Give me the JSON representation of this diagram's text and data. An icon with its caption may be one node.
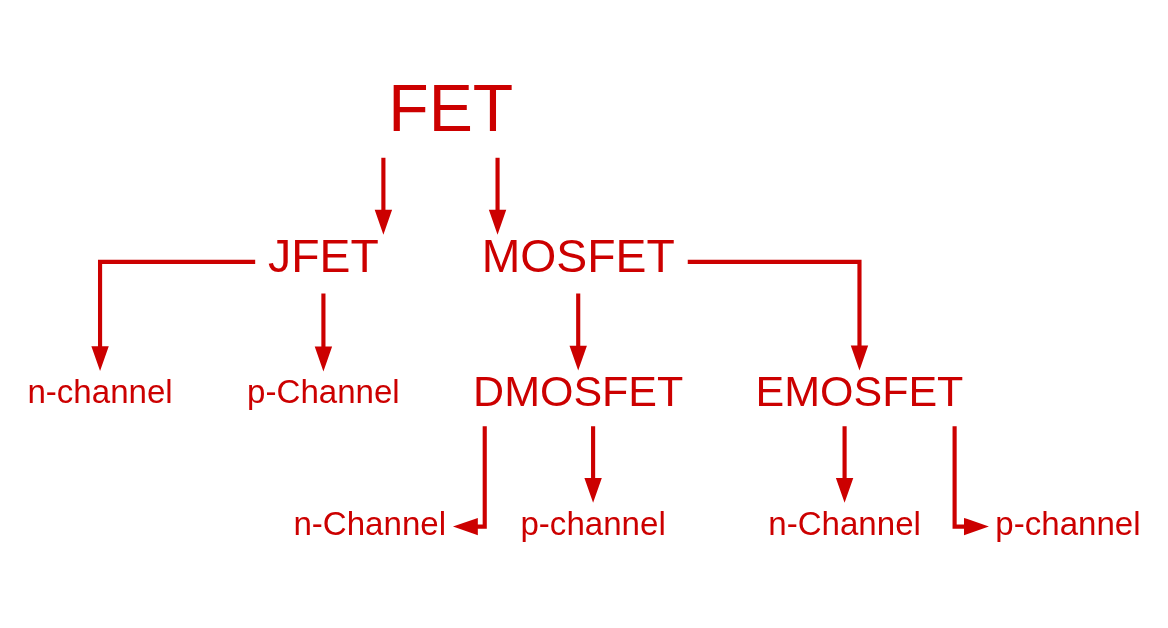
{
  "diagram": {
    "nodes": [
      {
        "text": [
          "FET"
        ]
      },
      {
        "text": [
          "JFET"
        ]
      },
      {
        "text": [
          "MOSFET"
        ]
      },
      {
        "text": [
          "n-channel"
        ]
      },
      {
        "text": [
          "p-Channel"
        ]
      },
      {
        "text": [
          "DMOSFET"
        ]
      },
      {
        "text": [
          "EMOSFET"
        ]
      },
      {
        "text": [
          "n-Channel"
        ]
      },
      {
        "text": [
          "p-channel"
        ]
      },
      {
        "text": [
          "n-Channel"
        ]
      },
      {
        "text": [
          "p-channel"
        ]
      }
    ],
    "edges": [
      {
        "from": 0,
        "to": 1,
        "arrow": "to"
      },
      {
        "from": 0,
        "to": 2,
        "arrow": "to"
      },
      {
        "from": 1,
        "to": 3,
        "arrow": "to"
      },
      {
        "from": 1,
        "to": 4,
        "arrow": "to"
      },
      {
        "from": 2,
        "to": 5,
        "arrow": "to"
      },
      {
        "from": 2,
        "to": 6,
        "arrow": "to"
      },
      {
        "from": 5,
        "to": 7,
        "arrow": "to"
      },
      {
        "from": 5,
        "to": 8,
        "arrow": "to"
      },
      {
        "from": 6,
        "to": 9,
        "arrow": "to"
      },
      {
        "from": 6,
        "to": 10,
        "arrow": "to"
      }
    ]
  }
}
